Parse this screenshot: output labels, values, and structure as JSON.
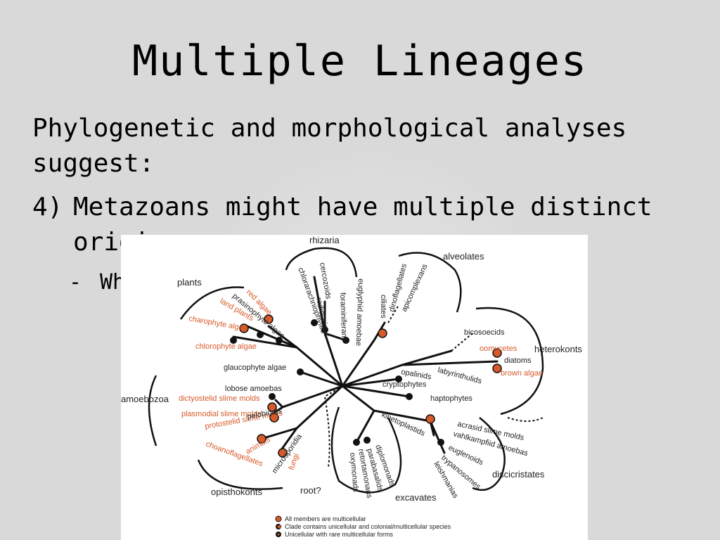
{
  "slide": {
    "title": "Multiple Lineages",
    "intro": "Phylogenetic and morphological analyses suggest:",
    "point_number": "4)",
    "point_text": "Metazoans might have multiple distinct origins",
    "sub_marker": "-",
    "sub_text": "What does this tree imply?"
  },
  "figure": {
    "groups": {
      "rhizaria": "rhizaria",
      "alveolates": "alveolates",
      "plants": "plants",
      "heterokonts": "heterokonts",
      "amoebozoa": "amoebozoa",
      "discicristates": "discicristates",
      "opisthokonts": "opisthokonts",
      "excavates": "excavates",
      "root": "root?"
    },
    "taxa": {
      "cercozoids": "cercozoids",
      "chlorarachniophytes": "chlorarachniophytes",
      "foraminiferans": "foraminiferans",
      "radiolarians": "radiolarians",
      "euglyphid_amoebae": "euglyphid amoebae",
      "ciliates": "ciliates",
      "dinoflagellates": "dinoflagellates",
      "apicomplexans": "apicomplexans",
      "red_algae": "red algae",
      "prasinophyte_algae": "prasinophyte algae",
      "land_plants": "land plants",
      "charophyte_algae": "charophyte algae",
      "chlorophyte_algae": "chlorophyte algae",
      "glaucophyte_algae": "glaucophyte algae",
      "bicosoecids": "bicosoecids",
      "oomycetes": "oomycetes",
      "diatoms": "diatoms",
      "brown_algae": "brown algae",
      "labyrinthulids": "labyrinthulids",
      "opalinids": "opalinids",
      "cryptophytes": "cryptophytes",
      "haptophytes": "haptophytes",
      "lobose_amoebas": "lobose amoebas",
      "dictyostelid_slime_molds": "dictyostelid slime molds",
      "plasmodial_slime_molds": "plasmodial slime molds",
      "protostelid_slime_molds": "protostelid slime molds",
      "pelobionts": "pelobionts",
      "choanoflagellates": "choanoflagellates",
      "animals": "animals",
      "fungi": "fungi",
      "microsporidia": "microsporidia",
      "acrasid_slime_molds": "acrasid slime molds",
      "vahlkampfiid_amoebas": "vahlkampfiid amoebas",
      "euglenoids": "euglenoids",
      "trypanosomes": "trypanosomes",
      "leishmanias": "leishmanias",
      "kinetoplastids": "kinetoplastids",
      "diplomonads": "diplomonads",
      "parabasalids": "parabasalids",
      "retortamonads": "retortamonads",
      "oxymonads": "oxymonads"
    },
    "legend": {
      "all_multicellular": "All members are multicellular",
      "clade_mixed": "Clade contains unicellular and colonial/multicellular species",
      "unicellular_rare": "Unicellular with rare multicellular forms"
    },
    "colors": {
      "multicellular": "#d65a2a",
      "branch": "#111111",
      "background": "#d9d9d9"
    }
  }
}
